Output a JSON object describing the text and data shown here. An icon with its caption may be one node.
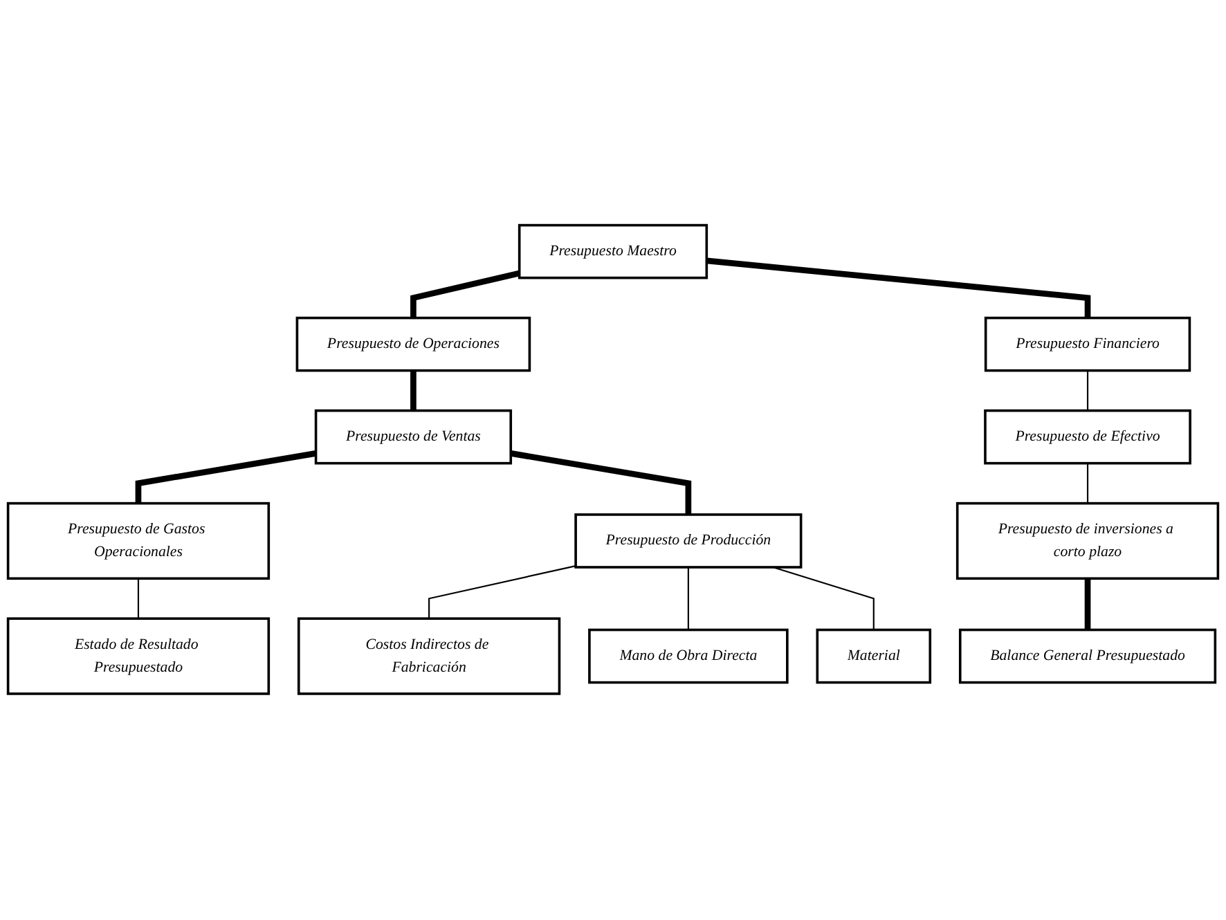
{
  "diagram": {
    "nodes": [
      {
        "text": [
          "Presupuesto Maestro"
        ]
      },
      {
        "text": [
          "Presupuesto de Operaciones"
        ]
      },
      {
        "text": [
          "Presupuesto Financiero"
        ]
      },
      {
        "text": [
          "Presupuesto de Ventas"
        ]
      },
      {
        "text": [
          "Presupuesto de Gastos Operacionales"
        ]
      },
      {
        "text": [
          "Presupuesto de Efectivo"
        ]
      },
      {
        "text": [
          "Presupuesto de Producción"
        ]
      },
      {
        "text": [
          "Estado de Resultado Presupuestado"
        ]
      },
      {
        "text": [
          "Presupuesto de inversiones a corto plazo"
        ]
      },
      {
        "text": [
          "Costos Indirectos de Fabricación"
        ]
      },
      {
        "text": [
          "Mano de Obra Directa"
        ]
      },
      {
        "text": [
          "Material"
        ]
      },
      {
        "text": [
          "Balance General Presupuestado"
        ]
      }
    ],
    "edges": [
      {
        "from": 0,
        "to": 1,
        "arrow": "none",
        "style": "thick"
      },
      {
        "from": 0,
        "to": 2,
        "arrow": "none",
        "style": "thick"
      },
      {
        "from": 1,
        "to": 3,
        "arrow": "none",
        "style": "thick"
      },
      {
        "from": 3,
        "to": 4,
        "arrow": "none",
        "style": "thick"
      },
      {
        "from": 2,
        "to": 5,
        "arrow": "none"
      },
      {
        "from": 3,
        "to": 6,
        "arrow": "none",
        "style": "thick"
      },
      {
        "from": 4,
        "to": 7,
        "arrow": "none"
      },
      {
        "from": 5,
        "to": 8,
        "arrow": "none"
      },
      {
        "from": 6,
        "to": 9,
        "arrow": "none"
      },
      {
        "from": 6,
        "to": 10,
        "arrow": "none"
      },
      {
        "from": 6,
        "to": 11,
        "arrow": "none"
      },
      {
        "from": 8,
        "to": 12,
        "arrow": "none",
        "style": "thick"
      }
    ]
  }
}
